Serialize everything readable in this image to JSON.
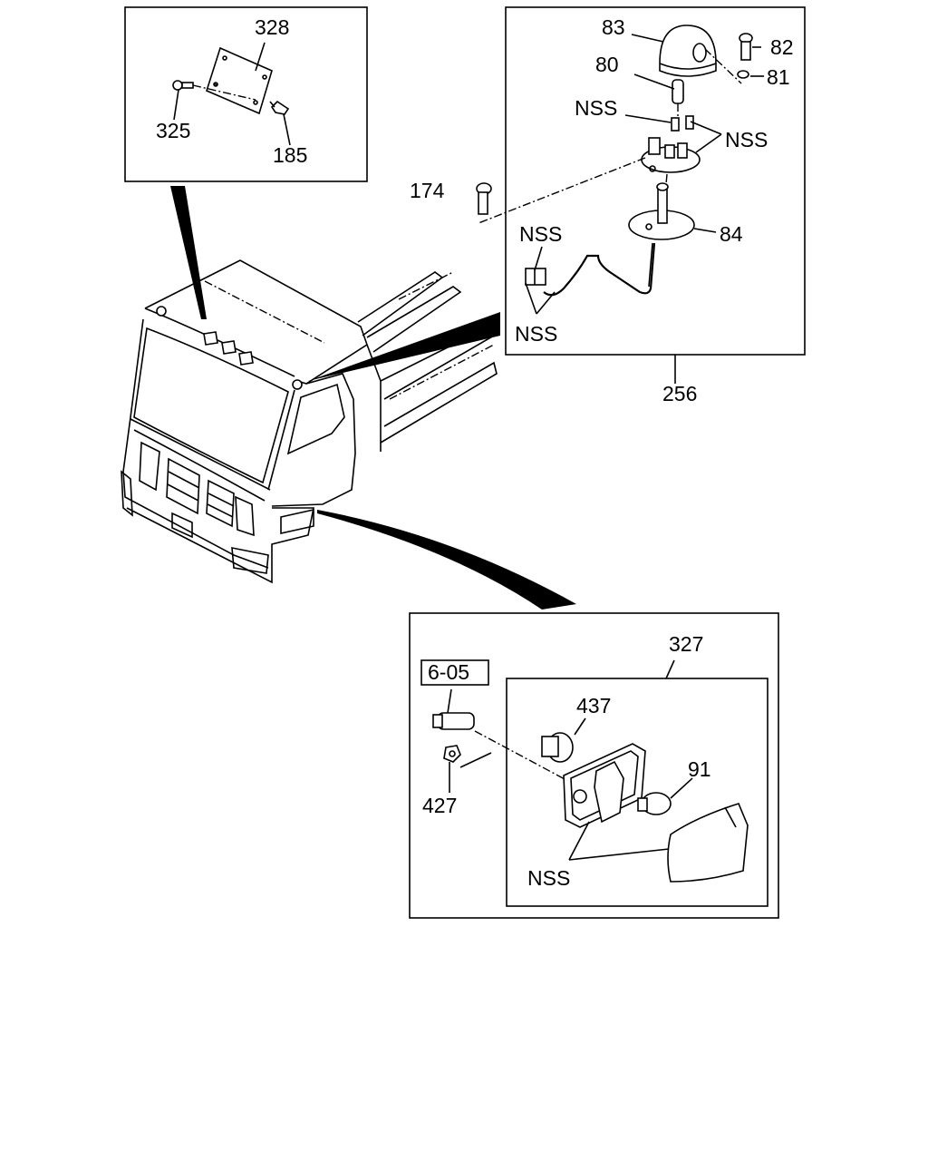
{
  "callouts": {
    "p328": "328",
    "p325": "325",
    "p185": "185",
    "p83": "83",
    "p82": "82",
    "p80": "80",
    "p81": "81",
    "nss_a": "NSS",
    "nss_b": "NSS",
    "p174": "174",
    "p84": "84",
    "nss_c": "NSS",
    "nss_d": "NSS",
    "p256": "256",
    "p327": "327",
    "ref": "6-05",
    "p437": "437",
    "p91": "91",
    "p427": "427",
    "nss_e": "NSS"
  }
}
